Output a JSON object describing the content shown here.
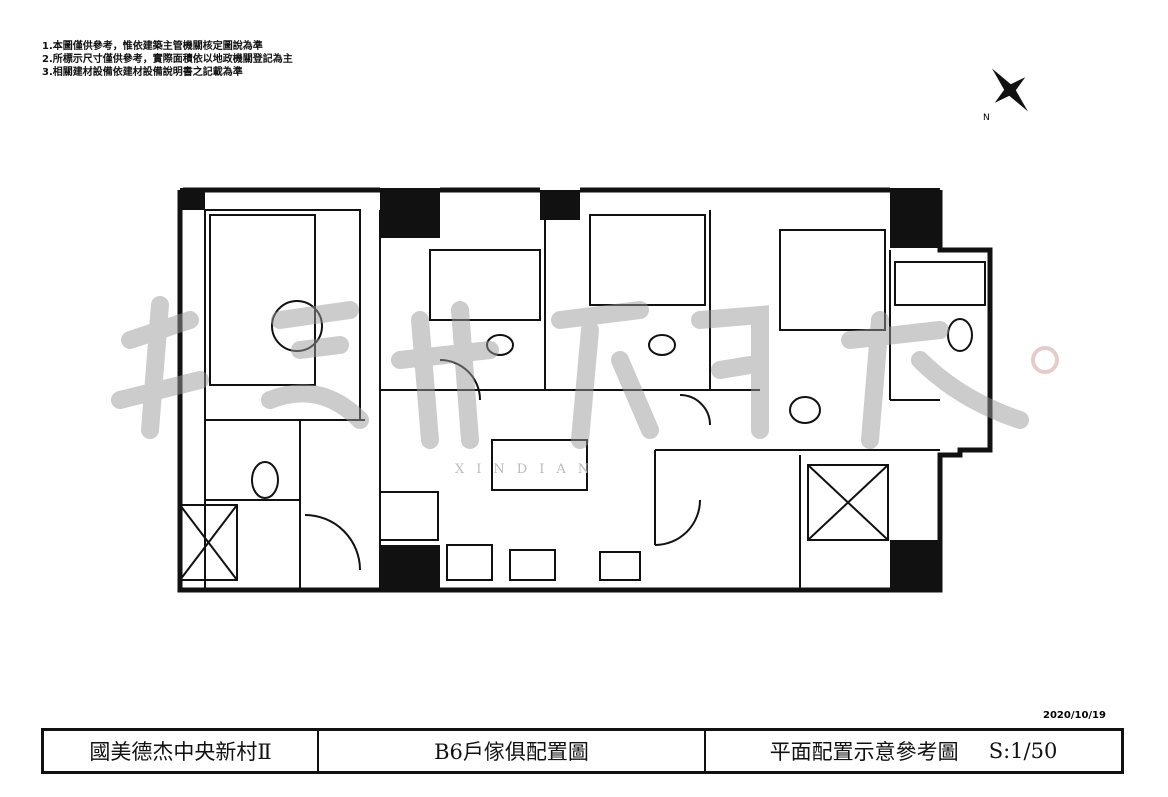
{
  "notes": [
    "1.本圖僅供參考，惟依建築主管機關核定圖說為準",
    "2.所標示尺寸僅供參考，實際面積依以地政機關登記為主",
    "3.相關建材設備依建材設備說明書之記載為準"
  ],
  "compass": {
    "north_label": "N"
  },
  "watermark": {
    "text": "XINDIAN"
  },
  "date": "2020/10/19",
  "title_block": {
    "project": "國美德杰中央新村Ⅱ",
    "drawing": "B6戶傢俱配置圖",
    "type": "平面配置示意參考圖",
    "scale": "S:1/50"
  }
}
